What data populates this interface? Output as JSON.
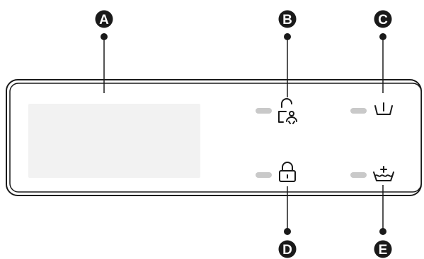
{
  "callouts": [
    {
      "id": "A",
      "label": "A",
      "target": "display-screen"
    },
    {
      "id": "B",
      "label": "B",
      "target": "child-lock-indicator"
    },
    {
      "id": "C",
      "label": "C",
      "target": "water-tank-empty-indicator"
    },
    {
      "id": "D",
      "label": "D",
      "target": "door-lock-indicator"
    },
    {
      "id": "E",
      "label": "E",
      "target": "extra-rinse-indicator"
    }
  ],
  "indicators": [
    {
      "id": "B",
      "icon": "child-lock-icon",
      "led_state": "off"
    },
    {
      "id": "C",
      "icon": "water-tank-icon",
      "led_state": "off"
    },
    {
      "id": "D",
      "icon": "padlock-icon",
      "led_state": "off"
    },
    {
      "id": "E",
      "icon": "extra-rinse-icon",
      "led_state": "off"
    }
  ],
  "colors": {
    "line": "#1a1a1a",
    "badge": "#1a1a1a",
    "display": "#f2f2f2",
    "led_off": "#c9c9c9",
    "panel_bg": "#ffffff"
  }
}
